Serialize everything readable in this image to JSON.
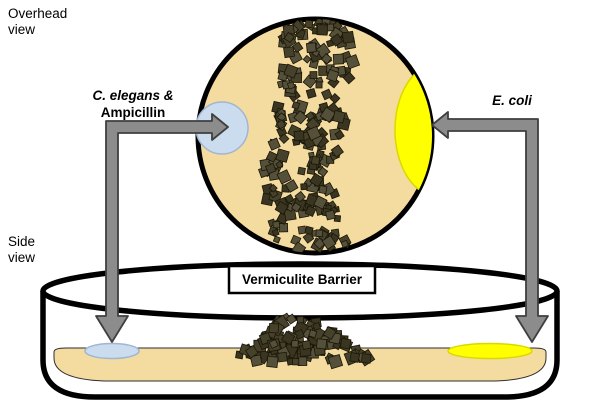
{
  "labels": {
    "overhead_view_line1": "Overhead",
    "overhead_view_line2": "view",
    "side_view_line1": "Side",
    "side_view_line2": "view",
    "celegans_line1": "C. elegans &",
    "celegans_line2": "Ampicillin",
    "ecoli": "E. coli",
    "barrier": "Vermiculite Barrier"
  },
  "colors": {
    "agar_tan": "#F4DBA0",
    "dish_outline": "#000000",
    "ampicillin_blue": "#CBDCEE",
    "ecoli_yellow": "#FFFF00",
    "arrow_gray": "#8C8C8C",
    "arrow_outline": "#3F3F3F",
    "background": "#FFFFFF"
  },
  "particles": {
    "band_count": 250,
    "pile_count": 115,
    "palette": [
      "#46412a",
      "#3a3520",
      "#55503a"
    ],
    "stroke": "#1a1708"
  }
}
